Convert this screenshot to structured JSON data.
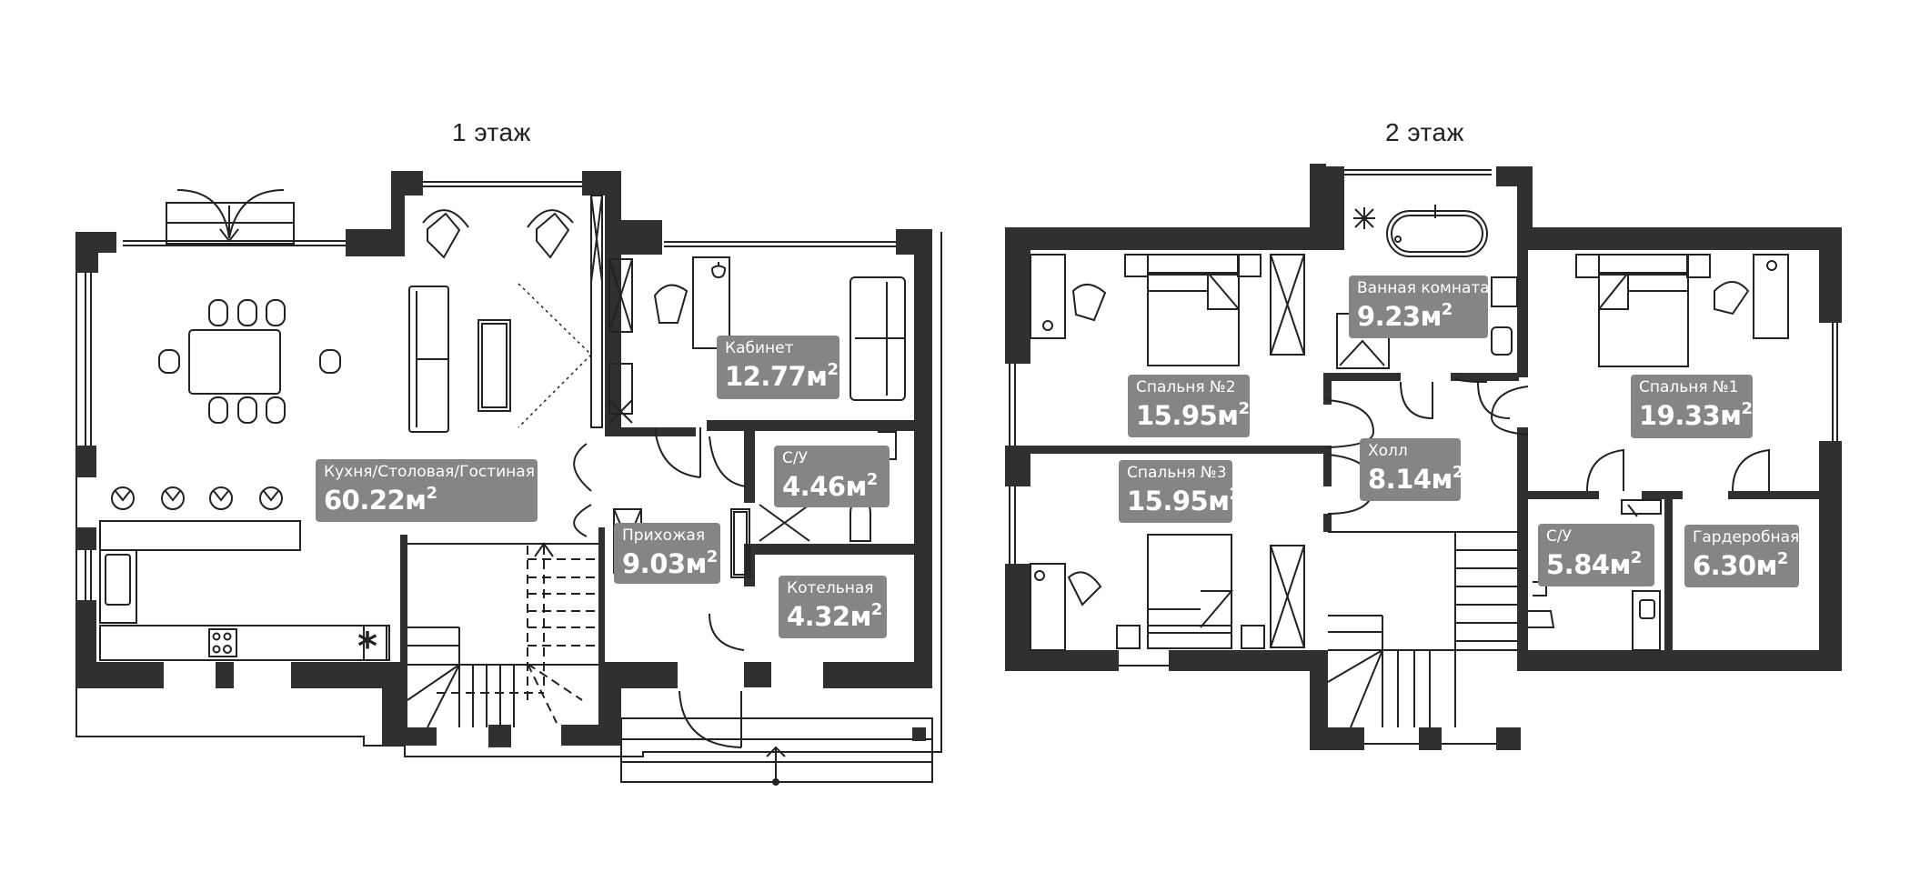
{
  "floors": [
    {
      "title": "1 этаж",
      "rooms": [
        {
          "name": "Кухня/Столовая/Гостиная",
          "area": "60.22",
          "unit": "м",
          "sup": "2"
        },
        {
          "name": "Кабинет",
          "area": "12.77",
          "unit": "м",
          "sup": "2"
        },
        {
          "name": "С/У",
          "area": "4.46",
          "unit": "м",
          "sup": "2"
        },
        {
          "name": "Прихожая",
          "area": "9.03",
          "unit": "м",
          "sup": "2"
        },
        {
          "name": "Котельная",
          "area": "4.32",
          "unit": "м",
          "sup": "2"
        }
      ]
    },
    {
      "title": "2 этаж",
      "rooms": [
        {
          "name": "Ванная комната",
          "area": "9.23",
          "unit": "м",
          "sup": "2"
        },
        {
          "name": "Спальня №2",
          "area": "15.95",
          "unit": "м",
          "sup": "2"
        },
        {
          "name": "Спальня №1",
          "area": "19.33",
          "unit": "м",
          "sup": "2"
        },
        {
          "name": "Холл",
          "area": "8.14",
          "unit": "м",
          "sup": "2"
        },
        {
          "name": "Спальня №3",
          "area": "15.95",
          "unit": "м",
          "sup": "2"
        },
        {
          "name": "С/У",
          "area": "5.84",
          "unit": "м",
          "sup": "2"
        },
        {
          "name": "Гардеробная",
          "area": "6.30",
          "unit": "м",
          "sup": "2"
        }
      ]
    }
  ],
  "colors": {
    "wall": "#303030",
    "label_bg": "#858585",
    "label_text": "#ffffff",
    "line": "#222222"
  }
}
